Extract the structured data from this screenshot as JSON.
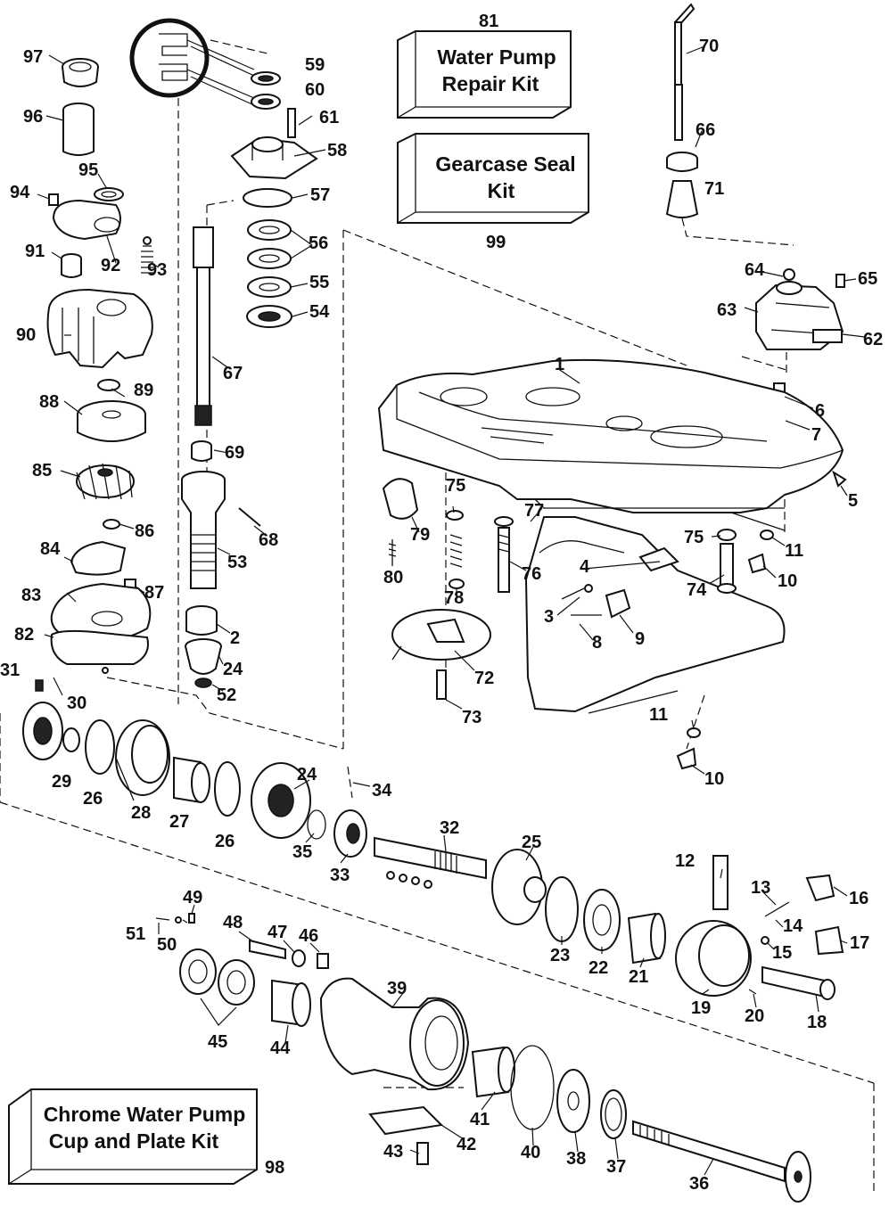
{
  "kits": [
    {
      "id": "81",
      "lines": [
        "Water Pump",
        "Repair Kit"
      ]
    },
    {
      "id": "99",
      "lines": [
        "Gearcase Seal",
        "Kit"
      ]
    },
    {
      "id": "98",
      "lines": [
        "Chrome Water Pump",
        "Cup and Plate Kit"
      ]
    }
  ],
  "callouts": [
    "1",
    "2",
    "3",
    "4",
    "5",
    "6",
    "7",
    "8",
    "9",
    "10",
    "10",
    "11",
    "11",
    "12",
    "13",
    "14",
    "15",
    "16",
    "17",
    "18",
    "19",
    "20",
    "21",
    "22",
    "23",
    "24",
    "24",
    "25",
    "26",
    "26",
    "27",
    "28",
    "29",
    "30",
    "31",
    "32",
    "33",
    "34",
    "35",
    "36",
    "37",
    "38",
    "39",
    "40",
    "41",
    "42",
    "43",
    "44",
    "45",
    "46",
    "47",
    "48",
    "49",
    "50",
    "51",
    "52",
    "53",
    "54",
    "55",
    "56",
    "57",
    "58",
    "59",
    "60",
    "61",
    "62",
    "63",
    "64",
    "65",
    "66",
    "67",
    "68",
    "69",
    "70",
    "71",
    "72",
    "73",
    "74",
    "75",
    "75",
    "76",
    "77",
    "78",
    "79",
    "80",
    "82",
    "83",
    "84",
    "85",
    "86",
    "87",
    "88",
    "89",
    "90",
    "91",
    "92",
    "93",
    "94",
    "95",
    "96",
    "97"
  ]
}
